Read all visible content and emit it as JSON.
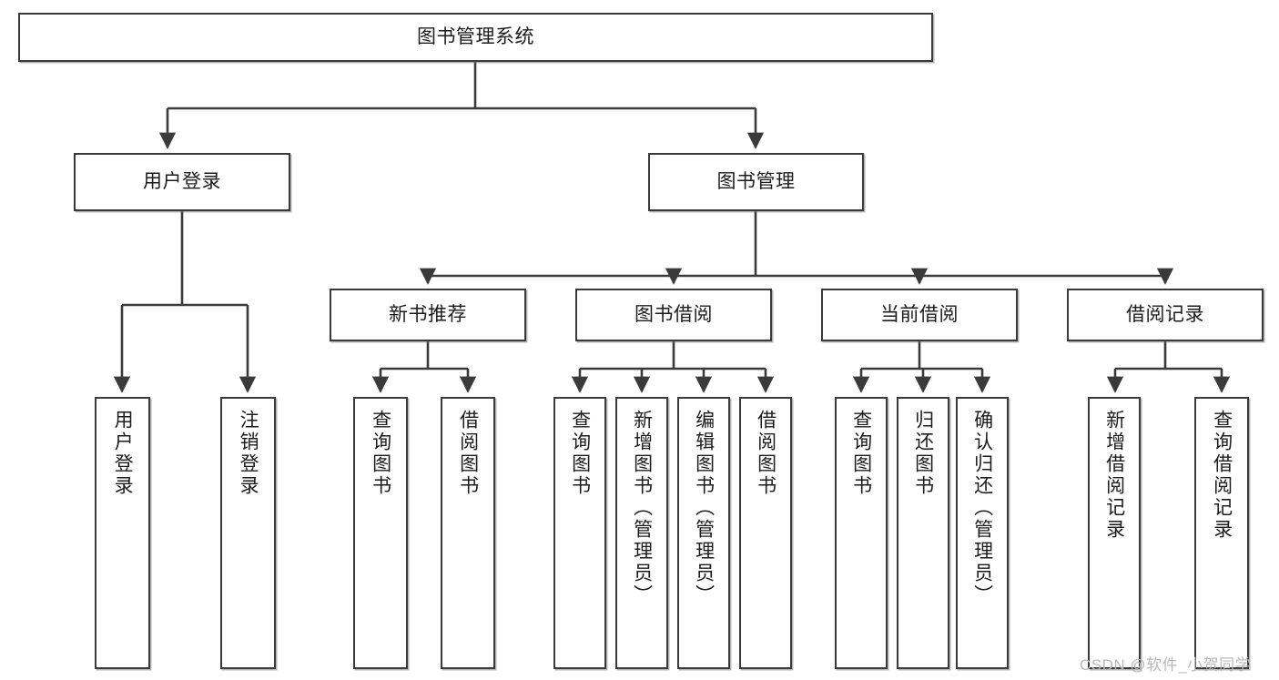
{
  "diagram": {
    "type": "tree-hierarchy",
    "title": "图书管理系统",
    "watermark": "CSDN @软件_小贺同学",
    "colors": {
      "stroke": "#3a3a3a",
      "fill": "#ffffff",
      "text": "#1c1c1c",
      "watermark": "#b9b9b9"
    },
    "levels": {
      "level1": [
        {
          "id": "root",
          "label": "图书管理系统"
        }
      ],
      "level2": [
        {
          "id": "login",
          "label": "用户登录",
          "parent": "root"
        },
        {
          "id": "bookmgmt",
          "label": "图书管理",
          "parent": "root"
        }
      ],
      "level3": [
        {
          "id": "newrec",
          "label": "新书推荐",
          "parent": "bookmgmt"
        },
        {
          "id": "borrow",
          "label": "图书借阅",
          "parent": "bookmgmt"
        },
        {
          "id": "current",
          "label": "当前借阅",
          "parent": "bookmgmt"
        },
        {
          "id": "record",
          "label": "借阅记录",
          "parent": "bookmgmt"
        }
      ],
      "leaves": [
        {
          "id": "userlogin",
          "label": "用户登录",
          "parent": "login"
        },
        {
          "id": "logout",
          "label": "注销登录",
          "parent": "login"
        },
        {
          "id": "qb1",
          "label": "查询图书",
          "parent": "newrec"
        },
        {
          "id": "bb1",
          "label": "借阅图书",
          "parent": "newrec"
        },
        {
          "id": "qb2",
          "label": "查询图书",
          "parent": "borrow"
        },
        {
          "id": "addbook",
          "label": "新增图书（管理员）",
          "parent": "borrow"
        },
        {
          "id": "editbook",
          "label": "编辑图书（管理员）",
          "parent": "borrow"
        },
        {
          "id": "bb2",
          "label": "借阅图书",
          "parent": "borrow"
        },
        {
          "id": "qb3",
          "label": "查询图书",
          "parent": "current"
        },
        {
          "id": "return",
          "label": "归还图书",
          "parent": "current"
        },
        {
          "id": "confirm",
          "label": "确认归还（管理员）",
          "parent": "current"
        },
        {
          "id": "addrec",
          "label": "新增借阅记录",
          "parent": "record"
        },
        {
          "id": "qrec",
          "label": "查询借阅记录",
          "parent": "record"
        }
      ]
    }
  }
}
